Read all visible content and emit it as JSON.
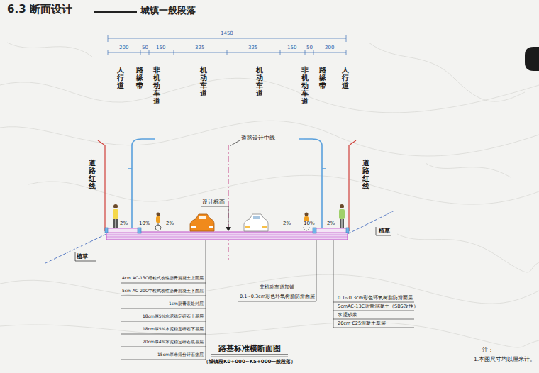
{
  "diagram": {
    "title": "6.3 断面设计",
    "caption": "路基标准横断面图",
    "labels": [
      "城镇一般段落",
      "1450",
      "200",
      "50",
      "150",
      "325",
      "325",
      "150",
      "50",
      "200",
      "人行道",
      "路缘带",
      "非机动车道",
      "机动车道",
      "机动车道",
      "非机动车道",
      "路缘带",
      "人行道",
      "道路红线",
      "道路红线",
      "道路设计中线",
      "设计标高",
      "2%",
      "10%",
      "2%",
      "2%",
      "10%",
      "2%",
      "植草",
      "植草",
      "4cm AC-13C细粒式改性沥青混凝土上面层",
      "5cm AC-20C中粒式改性沥青混凝土下面层",
      "1cm沥青表处封层",
      "18cm厚5%水泥稳定碎石上基层",
      "18cm厚5%水泥稳定碎石下基层",
      "20cm厚4%水泥稳定碎石底基层",
      "15cm厚未筛分碎石垫层",
      "非机动车道加铺",
      "0.1~0.3cm彩色环氧树脂防滑面层",
      "0.1~0.3cm彩色环氧树脂防滑面层",
      "5cmAC-13C沥青混凝土（SBS改性）",
      "水泥砂浆",
      "20cm C25混凝土基层",
      "（城镇段K0+000~K5+000一般段落）",
      "注：",
      "1.本图尺寸均以厘米计。"
    ]
  }
}
